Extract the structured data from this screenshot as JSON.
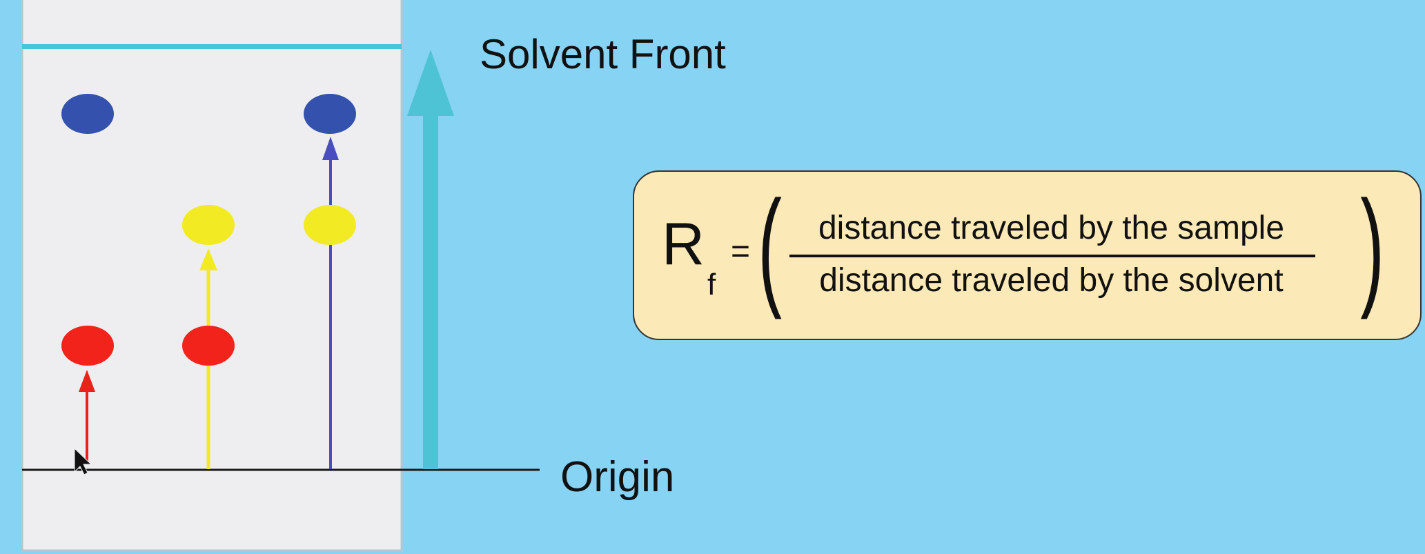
{
  "labels": {
    "solvent_front": "Solvent Front",
    "origin": "Origin"
  },
  "formula": {
    "symbol": "R",
    "subscript": "f",
    "equals": "=",
    "numerator": "distance traveled by the sample",
    "denominator": "distance traveled by the solvent"
  },
  "colors": {
    "background": "#86d3f3",
    "plate": "#eeeef0",
    "solvent_front_line": "#44c8d8",
    "big_arrow": "#4ec3d6",
    "blue_spot": "#3452ad",
    "yellow_spot": "#f2ea22",
    "red_spot": "#f2231b",
    "blue_arrow": "#4a4dbf",
    "formula_box": "#fbe9b7"
  },
  "icons": {
    "cursor": "mouse-pointer-icon"
  }
}
